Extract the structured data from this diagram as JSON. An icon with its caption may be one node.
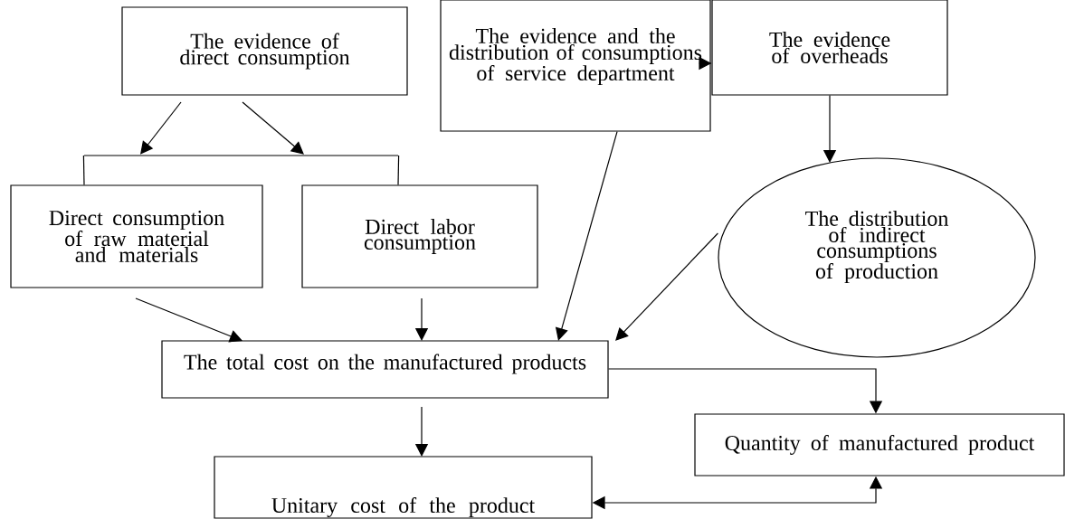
{
  "diagram": {
    "nodes": [
      {
        "text": [
          "The evidence of direct consumption"
        ]
      },
      {
        "text": [
          "The evidence and the distribution of consumptions of service department"
        ]
      },
      {
        "text": [
          "The evidence of overheads"
        ]
      },
      {
        "text": [
          "Direct consumption of raw material and materials"
        ]
      },
      {
        "text": [
          "Direct labor consumption"
        ]
      },
      {
        "text": [
          "The distribution of indirect consumptions of production"
        ]
      },
      {
        "text": [
          "The total cost on the manufactured products"
        ]
      },
      {
        "text": [
          "Quantity of manufactured product"
        ]
      },
      {
        "text": [
          "Unitary cost of the product"
        ]
      },
      {
        "text": [],
        "shape": "bar"
      }
    ],
    "edges": [
      {
        "from": 0,
        "to": 9,
        "arrow": "to"
      },
      {
        "from": 0,
        "to": 9,
        "arrow": "to"
      },
      {
        "from": 9,
        "to": 3,
        "arrow": "none"
      },
      {
        "from": 9,
        "to": 4,
        "arrow": "none"
      },
      {
        "from": 1,
        "to": 2,
        "arrow": "to"
      },
      {
        "from": 2,
        "to": 5,
        "arrow": "to"
      },
      {
        "from": 3,
        "to": 6,
        "arrow": "to"
      },
      {
        "from": 4,
        "to": 6,
        "arrow": "to"
      },
      {
        "from": 1,
        "to": 6,
        "arrow": "to"
      },
      {
        "from": 5,
        "to": 6,
        "arrow": "to"
      },
      {
        "from": 6,
        "to": 8,
        "arrow": "to"
      },
      {
        "from": 6,
        "to": 7,
        "arrow": "to"
      },
      {
        "from": 7,
        "to": 8,
        "arrow": "both"
      }
    ]
  }
}
